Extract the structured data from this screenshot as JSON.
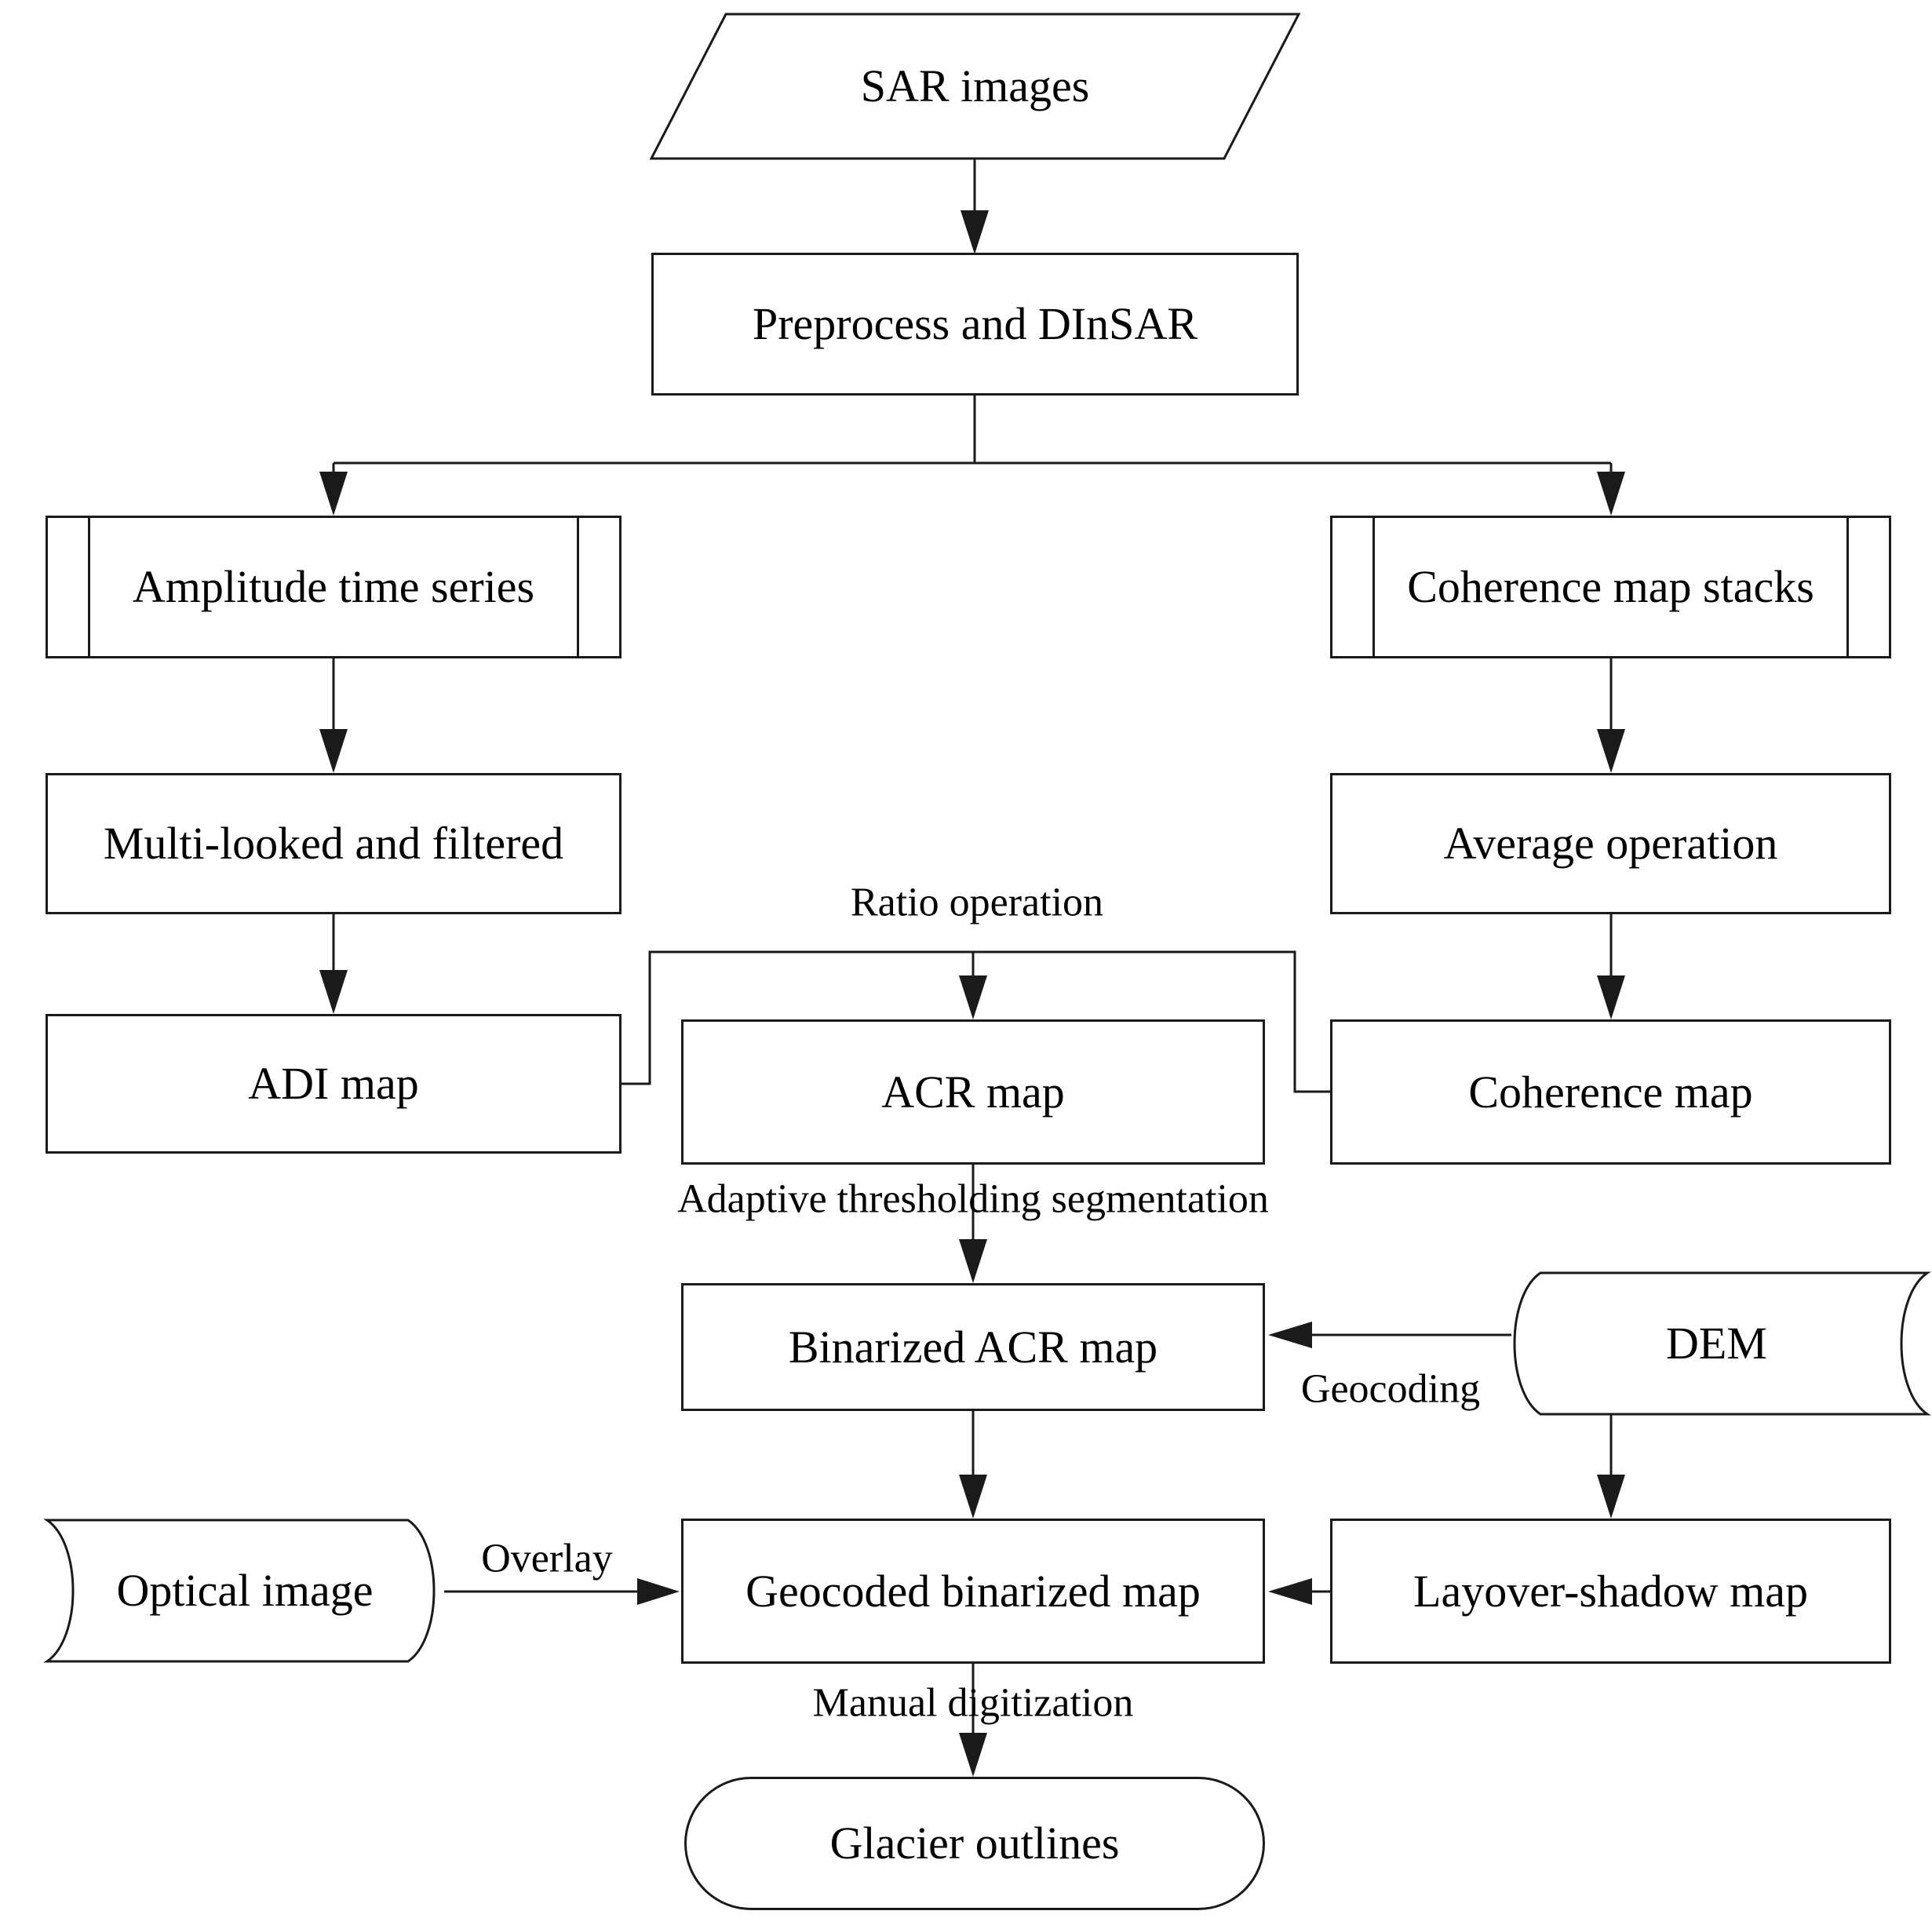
{
  "diagram": {
    "type": "flowchart",
    "background": "#ffffff",
    "line_color": "#1a1a1a",
    "text_color": "#000000",
    "nodes": {
      "sar_images": {
        "label": "SAR images",
        "shape": "parallelogram"
      },
      "preprocess": {
        "label": "Preprocess and DInSAR",
        "shape": "process"
      },
      "amplitude_series": {
        "label": "Amplitude time series",
        "shape": "predefined-process"
      },
      "coherence_stacks": {
        "label": "Coherence map stacks",
        "shape": "predefined-process"
      },
      "multilooked": {
        "label": "Multi-looked and filtered",
        "shape": "process"
      },
      "average_operation": {
        "label": "Average operation",
        "shape": "process"
      },
      "adi_map": {
        "label": "ADI map",
        "shape": "process"
      },
      "acr_map": {
        "label": "ACR map",
        "shape": "process"
      },
      "coherence_map": {
        "label": "Coherence map",
        "shape": "process"
      },
      "binarized_acr": {
        "label": "Binarized ACR map",
        "shape": "process"
      },
      "dem": {
        "label": "DEM",
        "shape": "stored-data"
      },
      "optical_image": {
        "label": "Optical image",
        "shape": "stored-data"
      },
      "geocoded_map": {
        "label": "Geocoded binarized map",
        "shape": "process"
      },
      "layover_map": {
        "label": "Layover-shadow map",
        "shape": "process"
      },
      "glacier_outlines": {
        "label": "Glacier outlines",
        "shape": "terminator"
      }
    },
    "edge_labels": {
      "ratio": "Ratio operation",
      "adaptive": "Adaptive thresholding segmentation",
      "geocoding": "Geocoding",
      "overlay": "Overlay",
      "manual": "Manual digitization"
    },
    "edges": [
      {
        "from": "SAR images",
        "to": "Preprocess and DInSAR",
        "label": ""
      },
      {
        "from": "Preprocess and DInSAR",
        "to": "Amplitude time series",
        "label": ""
      },
      {
        "from": "Preprocess and DInSAR",
        "to": "Coherence map stacks",
        "label": ""
      },
      {
        "from": "Amplitude time series",
        "to": "Multi-looked and filtered",
        "label": ""
      },
      {
        "from": "Coherence map stacks",
        "to": "Average operation",
        "label": ""
      },
      {
        "from": "Multi-looked and filtered",
        "to": "ADI map",
        "label": ""
      },
      {
        "from": "Average operation",
        "to": "Coherence map",
        "label": ""
      },
      {
        "from": "ADI map",
        "to": "ACR map",
        "label": "Ratio operation"
      },
      {
        "from": "Coherence map",
        "to": "ACR map",
        "label": "Ratio operation"
      },
      {
        "from": "ACR map",
        "to": "Binarized ACR map",
        "label": "Adaptive thresholding segmentation"
      },
      {
        "from": "DEM",
        "to": "Binarized ACR map",
        "label": "Geocoding"
      },
      {
        "from": "DEM",
        "to": "Layover-shadow map",
        "label": ""
      },
      {
        "from": "Binarized ACR map",
        "to": "Geocoded binarized map",
        "label": ""
      },
      {
        "from": "Optical image",
        "to": "Geocoded binarized map",
        "label": "Overlay"
      },
      {
        "from": "Layover-shadow map",
        "to": "Geocoded binarized map",
        "label": ""
      },
      {
        "from": "Geocoded binarized map",
        "to": "Glacier outlines",
        "label": "Manual digitization"
      }
    ]
  }
}
